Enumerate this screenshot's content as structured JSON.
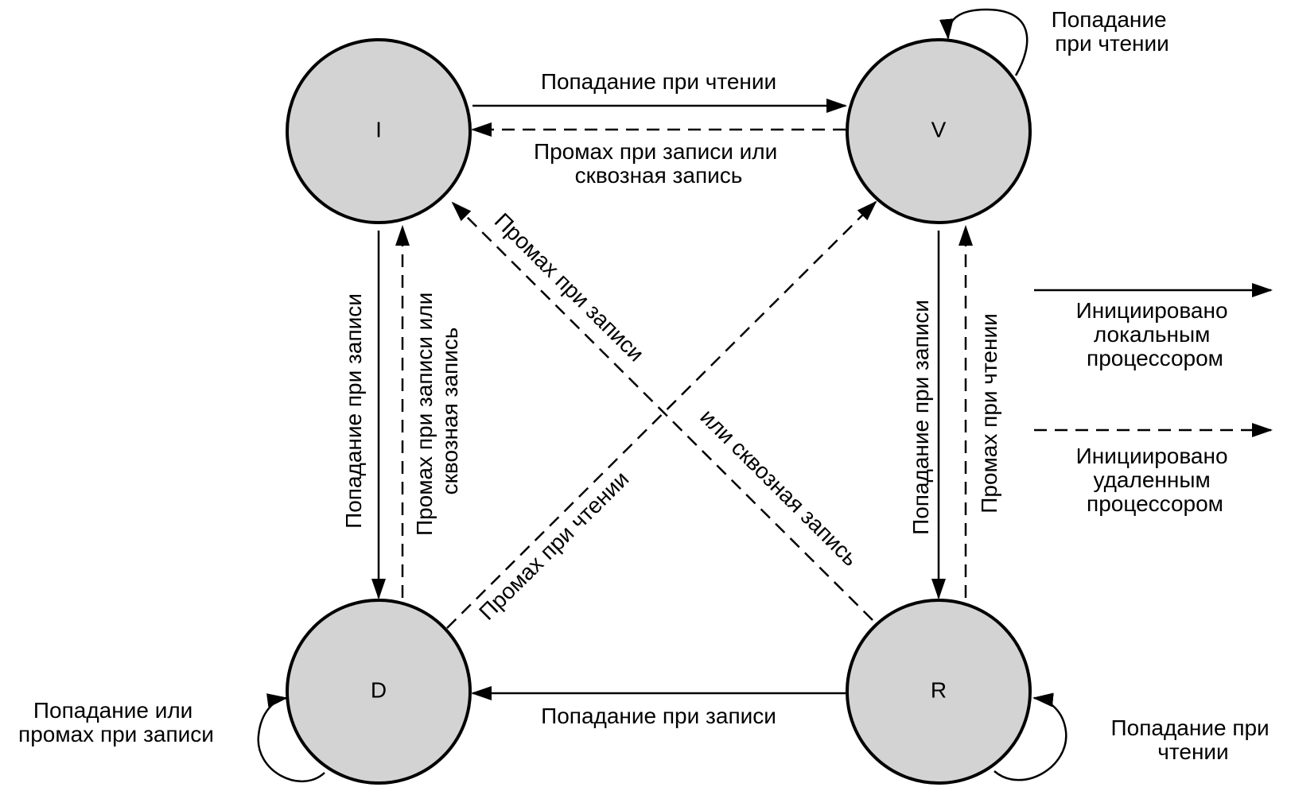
{
  "states": {
    "i": "I",
    "v": "V",
    "d": "D",
    "r": "R"
  },
  "edges": {
    "i_to_v": "Попадание при чтении",
    "v_to_i": [
      "Промах при записи или",
      "сквозная запись"
    ],
    "i_to_d": "Попадание при  записи",
    "d_to_i": [
      "Промах при записи или",
      "сквозная запись"
    ],
    "r_to_i_part1": "Промах при записи",
    "r_to_i_part2": "или сквозная запись",
    "d_to_v": "Промах при чтении",
    "v_to_r": "Попадание при записи",
    "r_to_v": "Промах при чтении",
    "r_to_d": "Попадание при записи"
  },
  "loops": {
    "v_self": [
      "Попадание",
      "при чтении"
    ],
    "d_self": [
      "Попадание или",
      "промах при записи"
    ],
    "r_self": [
      "Попадание  при",
      "чтении"
    ]
  },
  "legend": {
    "solid": [
      "Инициировано",
      "локальным",
      "процессором"
    ],
    "dashed": [
      "Инициировано",
      "удаленным",
      "процессором"
    ]
  }
}
